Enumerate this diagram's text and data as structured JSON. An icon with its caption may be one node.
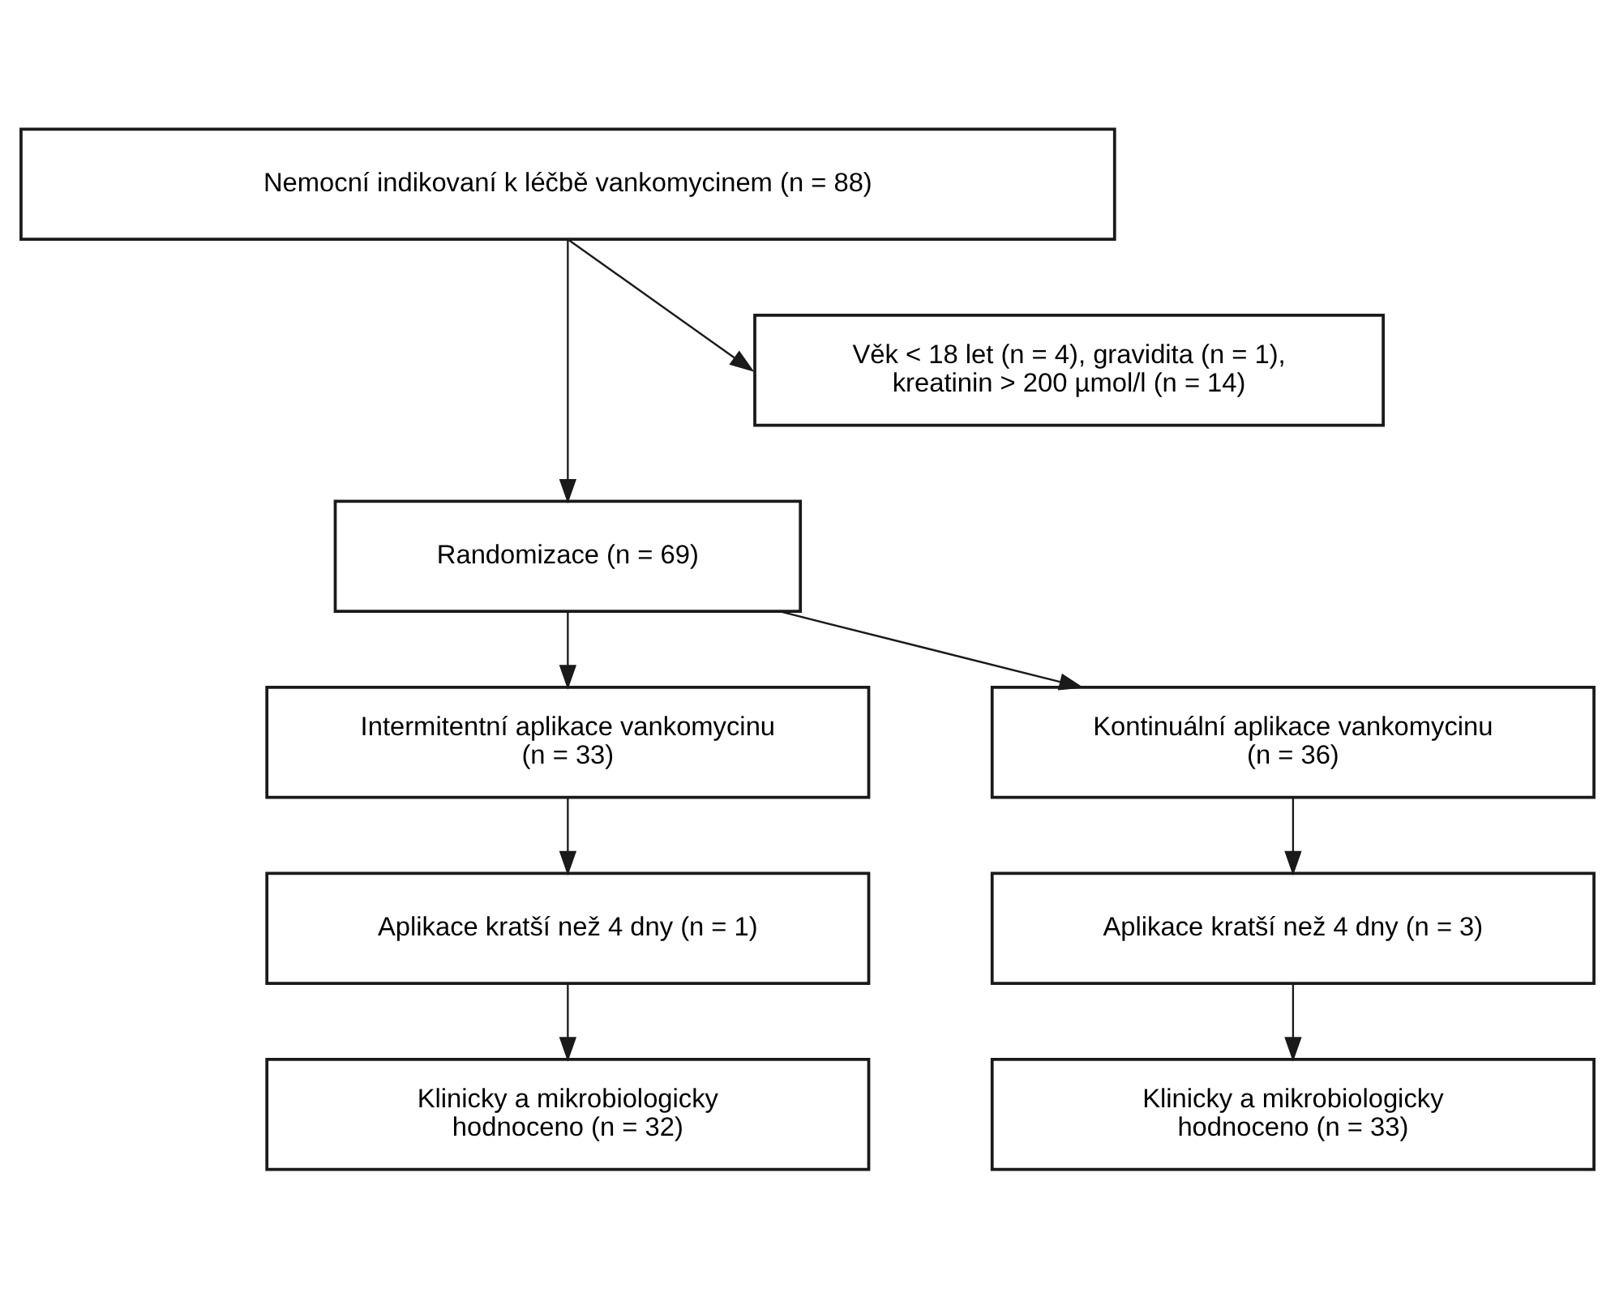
{
  "diagram": {
    "nodes": [
      {
        "text": [
          "Nemocní indikovaní k léčbě vankomycinem (n = 88)"
        ]
      },
      {
        "text": [
          "Věk < 18 let (n = 4), gravidita (n = 1), kreatinin > 200 µmol/l (n = 14)"
        ]
      },
      {
        "text": [
          "Randomizace (n = 69)"
        ]
      },
      {
        "text": [
          "Intermitentní aplikace vankomycinu (n = 33)"
        ]
      },
      {
        "text": [
          "Kontinuální aplikace vankomycinu (n = 36)"
        ]
      },
      {
        "text": [
          "Aplikace kratší než 4 dny (n = 1)"
        ]
      },
      {
        "text": [
          "Aplikace kratší než 4 dny (n = 3)"
        ]
      },
      {
        "text": [
          "Klinicky a mikrobiologicky hodnoceno (n = 32)"
        ]
      },
      {
        "text": [
          "Klinicky a mikrobiologicky hodnoceno (n = 33)"
        ]
      }
    ],
    "edges": [
      {
        "from": 0,
        "to": 2,
        "arrow": "to"
      },
      {
        "from": 0,
        "to": 1,
        "arrow": "to"
      },
      {
        "from": 2,
        "to": 3,
        "arrow": "to"
      },
      {
        "from": 2,
        "to": 4,
        "arrow": "to"
      },
      {
        "from": 3,
        "to": 5,
        "arrow": "to"
      },
      {
        "from": 4,
        "to": 6,
        "arrow": "to"
      },
      {
        "from": 5,
        "to": 7,
        "arrow": "to"
      },
      {
        "from": 6,
        "to": 8,
        "arrow": "to"
      }
    ]
  }
}
